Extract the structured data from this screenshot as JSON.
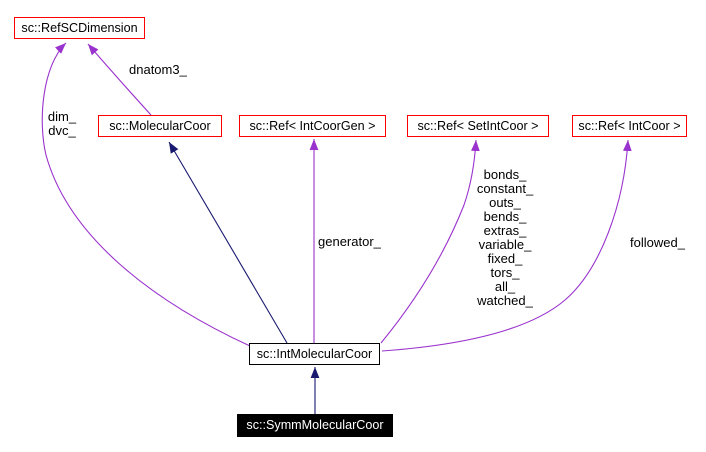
{
  "diagram": {
    "type": "doxygen-collaboration-graph",
    "nodes": [
      {
        "id": "refscdimension",
        "label": "sc::RefSCDimension",
        "style": "linked"
      },
      {
        "id": "molecularcoor",
        "label": "sc::MolecularCoor",
        "style": "linked"
      },
      {
        "id": "ref-intcoorgen",
        "label": "sc::Ref< IntCoorGen >",
        "style": "linked"
      },
      {
        "id": "ref-setintcoor",
        "label": "sc::Ref< SetIntCoor >",
        "style": "linked"
      },
      {
        "id": "ref-intcoor",
        "label": "sc::Ref< IntCoor >",
        "style": "linked"
      },
      {
        "id": "intmolecularcoor",
        "label": "sc::IntMolecularCoor",
        "style": "plain"
      },
      {
        "id": "symmmolecularcoor",
        "label": "sc::SymmMolecularCoor",
        "style": "current"
      }
    ],
    "edge_labels": {
      "dnatom3": "dnatom3_",
      "dim_dvc": [
        "dim_",
        "dvc_"
      ],
      "generator": "generator_",
      "setintcoor_members": [
        "bonds_",
        "constant_",
        "outs_",
        "bends_",
        "extras_",
        "variable_",
        "fixed_",
        "tors_",
        "all_",
        "watched_"
      ],
      "followed": "followed_"
    },
    "colors": {
      "collaboration_edge": "#9a32cd",
      "inheritance_edge": "#191970",
      "linked_node_border": "#ff0000",
      "plain_node_border": "#000000",
      "current_node_bg": "#000000",
      "current_node_text": "#ffffff",
      "background": "#ffffff"
    }
  }
}
